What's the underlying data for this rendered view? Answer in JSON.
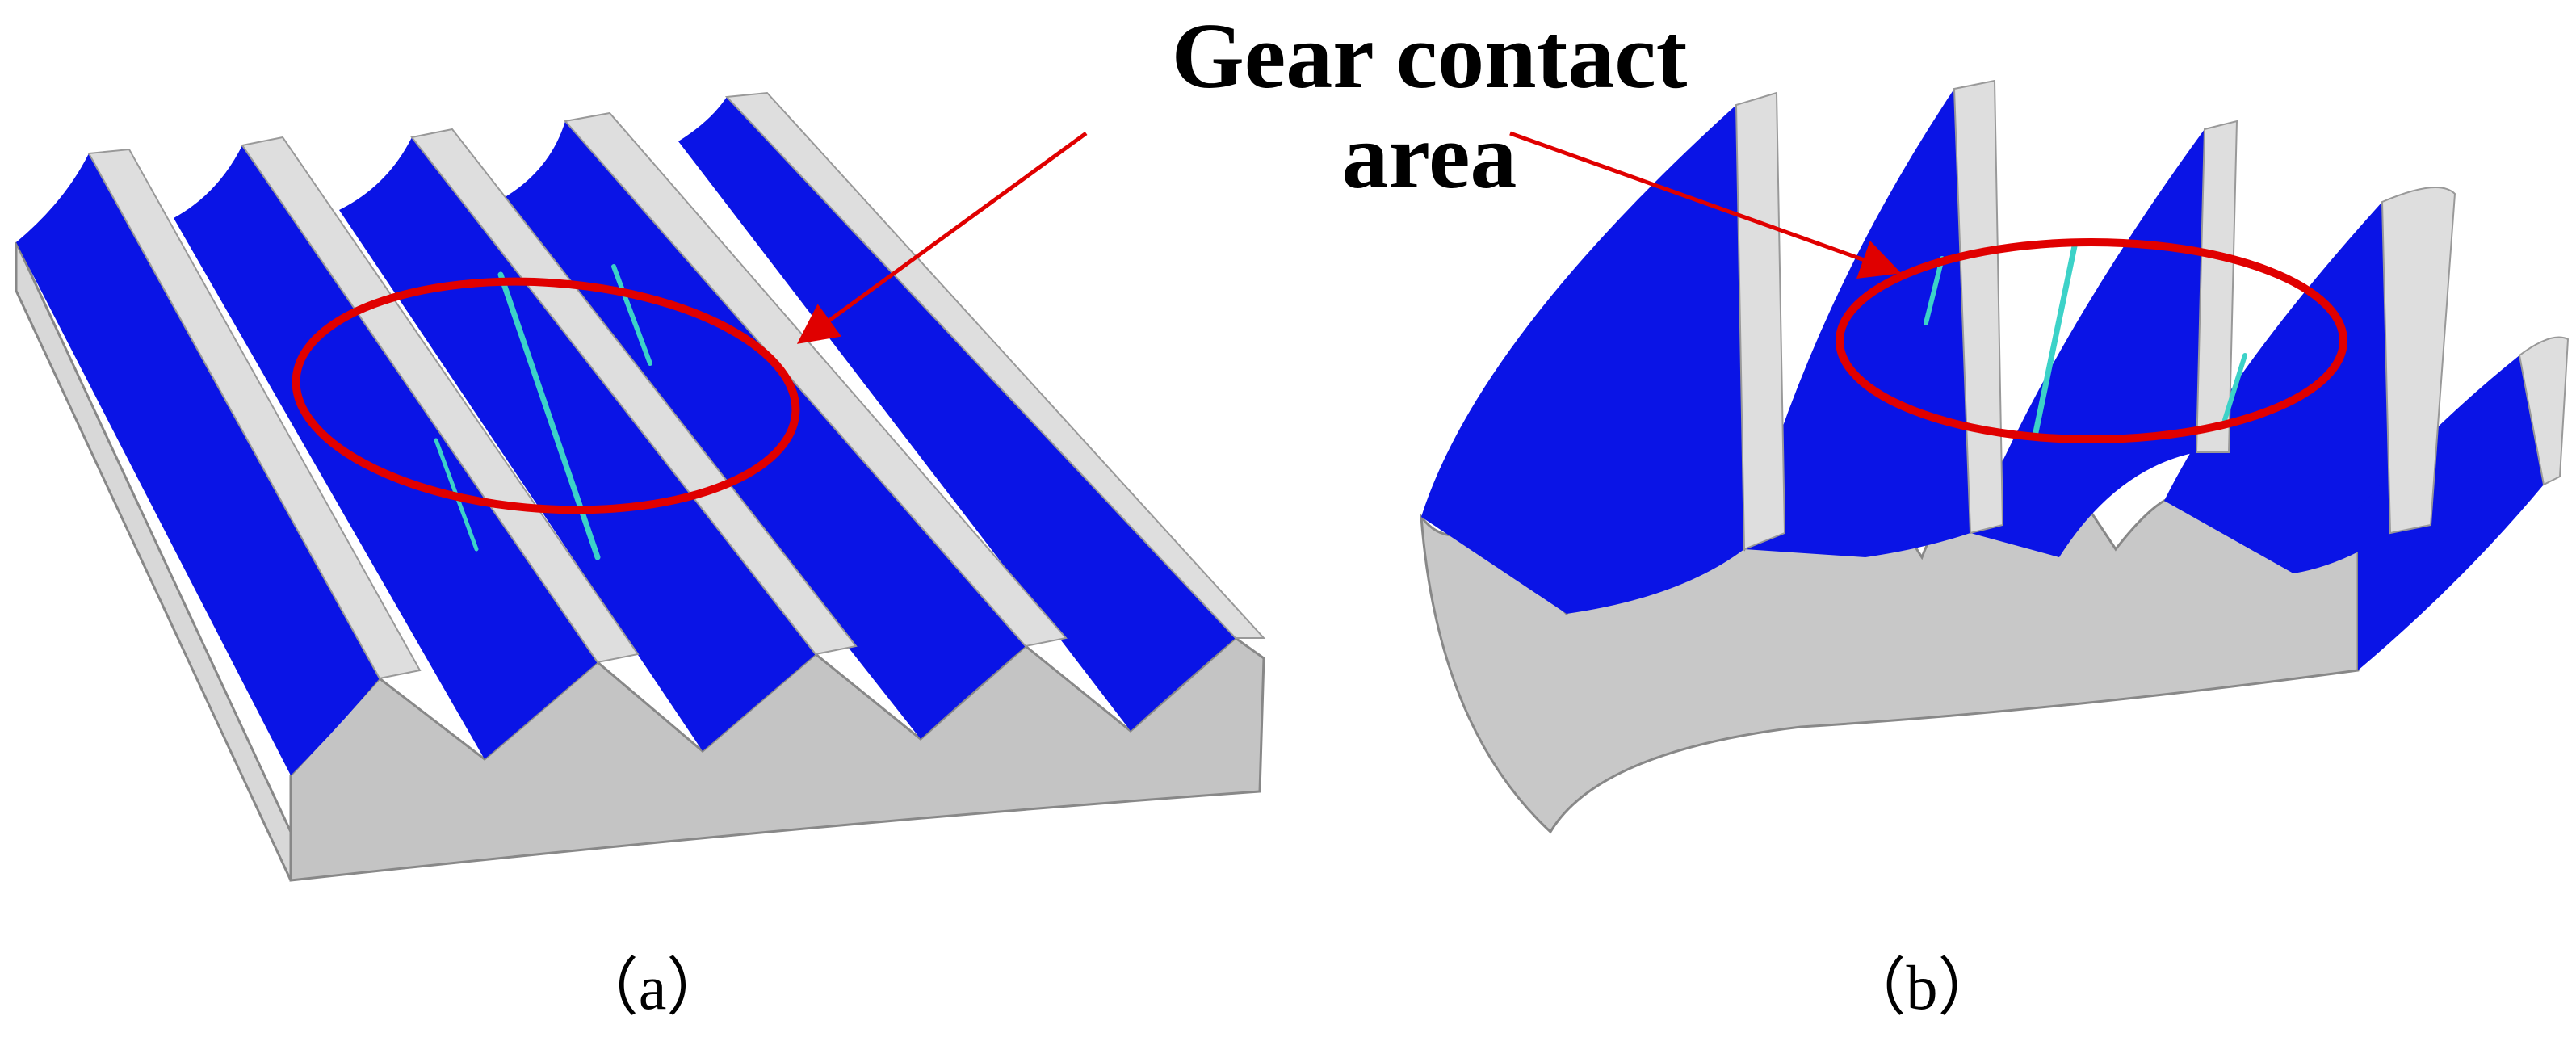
{
  "callout": {
    "line1": "Gear contact",
    "line2": "area"
  },
  "captions": {
    "a": "（a）",
    "b": "（b）"
  },
  "colors": {
    "tooth_flank": "#0A14E6",
    "tooth_top": "#DCDCDC",
    "section": "#C8C8C8",
    "contact_mark": "#3CD2C8",
    "highlight": "#E00000"
  }
}
